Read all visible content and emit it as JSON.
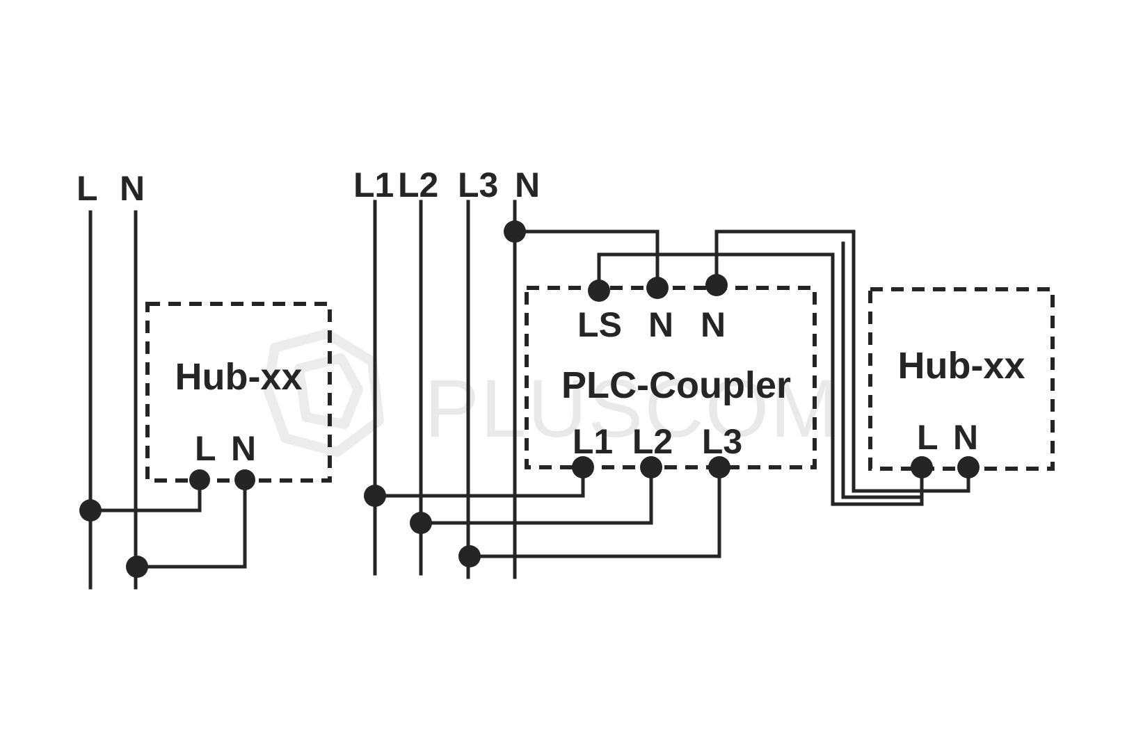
{
  "watermark": {
    "text": "PLUSCOM",
    "logo": "hexagon-logo"
  },
  "left_supply": {
    "l_label": "L",
    "n_label": "N"
  },
  "three_phase_supply": {
    "l1_label": "L1",
    "l2_label": "L2",
    "l3_label": "L3",
    "n_label": "N"
  },
  "hub_left": {
    "title": "Hub-xx",
    "l_label": "L",
    "n_label": "N"
  },
  "plc_coupler": {
    "title": "PLC-Coupler",
    "top_terminals": [
      "LS",
      "N",
      "N"
    ],
    "bottom_terminals": [
      "L1",
      "L2",
      "L3"
    ]
  },
  "hub_right": {
    "title": "Hub-xx",
    "l_label": "L",
    "n_label": "N"
  },
  "colors": {
    "ink": "#252525",
    "watermark": "#e9e9e9",
    "background": "#ffffff"
  }
}
